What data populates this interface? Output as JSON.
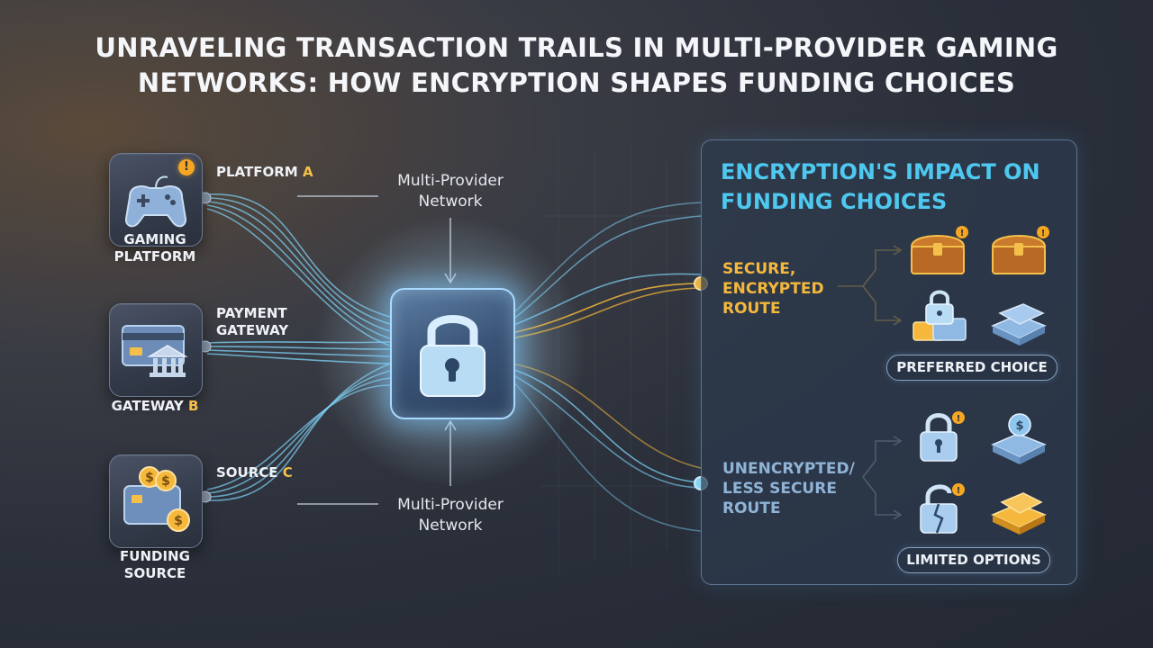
{
  "title": {
    "line1": "Unraveling Transaction Trails in Multi-Provider Gaming",
    "line2": "Networks: How Encryption Shapes Funding Choices"
  },
  "sources": [
    {
      "caption": "Gaming Platform",
      "side_prefix": "Platform ",
      "side_accent": "A",
      "icon": "gamepad-icon"
    },
    {
      "caption_prefix": "Gateway ",
      "caption_accent": "B",
      "side": "Payment Gateway",
      "icon": "bank-card-icon"
    },
    {
      "caption": "Funding Source",
      "side_prefix": "Source ",
      "side_accent": "C",
      "icon": "wallet-coins-icon"
    }
  ],
  "network_labels": {
    "top": "Multi-Provider Network",
    "bottom": "Multi-Provider Network"
  },
  "center_icon": "padlock-icon",
  "panel": {
    "title": "Encryption's Impact on Funding Choices",
    "secure": {
      "label": "Secure, Encrypted Route",
      "badge": "Preferred Choice",
      "color": "#f5b83c",
      "icons": [
        "treasure-chest-icon",
        "treasure-chest-icon",
        "locked-coin-stack-icon",
        "cash-stack-icon"
      ]
    },
    "unsecure": {
      "label": "Unencrypted/ Less Secure Route",
      "badge": "Limited Options",
      "color": "#8fb4d6",
      "icons": [
        "padlock-icon",
        "coin-cash-stack-icon",
        "broken-padlock-icon",
        "gold-bars-icon"
      ]
    }
  },
  "colors": {
    "accent_cyan": "#4fc8ef",
    "accent_gold": "#f5c04a",
    "warning": "#f5a623"
  }
}
